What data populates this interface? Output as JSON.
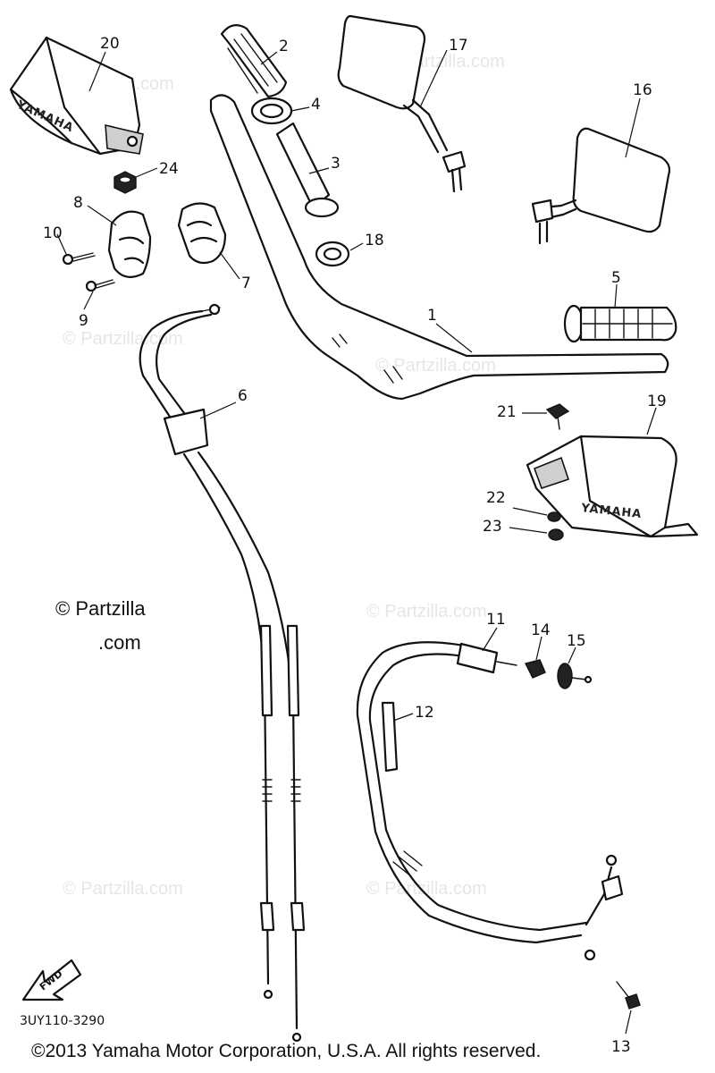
{
  "watermark": {
    "text": "© Partzilla.com"
  },
  "copyright_notice": {
    "line1": "© Partzilla.com"
  },
  "diagram_code": "3UY110-3290",
  "footer": "©2013  Yamaha Motor Corporation, U.S.A. All rights reserved.",
  "brand_mark": "YAMAHA",
  "direction_label": "FWD",
  "callouts": [
    "1",
    "2",
    "3",
    "4",
    "5",
    "6",
    "7",
    "8",
    "9",
    "10",
    "11",
    "12",
    "13",
    "14",
    "15",
    "16",
    "17",
    "18",
    "19",
    "20",
    "21",
    "22",
    "23",
    "24"
  ]
}
